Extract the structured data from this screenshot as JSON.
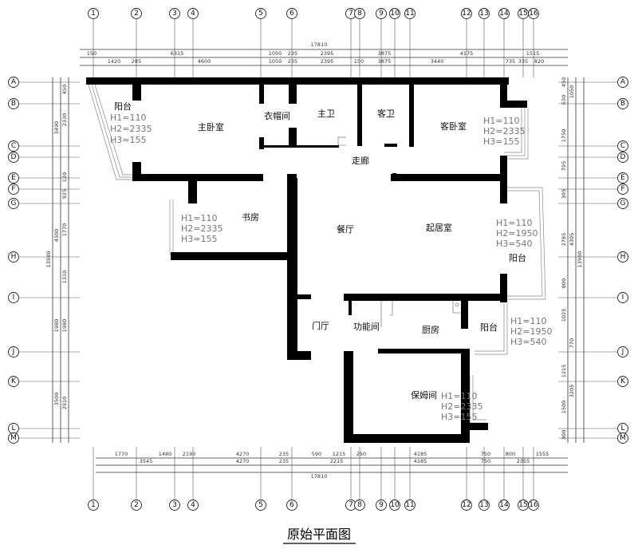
{
  "title": "原始平面图",
  "grid_columns": [
    "1",
    "2",
    "3",
    "4",
    "5",
    "6",
    "7",
    "8",
    "9",
    "10",
    "11",
    "12",
    "13",
    "14",
    "15",
    "16"
  ],
  "grid_rows": [
    "A",
    "B",
    "C",
    "D",
    "E",
    "F",
    "G",
    "H",
    "I",
    "J",
    "K",
    "L",
    "M"
  ],
  "rooms": {
    "balcony_nw": "阳台",
    "master_bedroom": "主卧室",
    "closet": "衣帽间",
    "master_bath": "主卫",
    "guest_bath": "客卫",
    "guest_bedroom": "客卧室",
    "corridor": "走廊",
    "study": "书房",
    "dining": "餐厅",
    "living": "起居室",
    "balcony_e": "阳台",
    "foyer": "门厅",
    "utility": "功能间",
    "kitchen": "厨房",
    "balcony_se": "阳台",
    "maid_room": "保姆间"
  },
  "heights": {
    "nw": [
      "H1=110",
      "H2=2335",
      "H3=155"
    ],
    "ne": [
      "H1=110",
      "H2=2335",
      "H3=155"
    ],
    "study": [
      "H1=110",
      "H2=2335",
      "H3=155"
    ],
    "living": [
      "H1=110",
      "H2=1950",
      "H3=540"
    ],
    "kitchen_balcony": [
      "H1=110",
      "H2=1950",
      "H3=540"
    ],
    "maid": [
      "H1=110",
      "H2=2335",
      "H3=155"
    ]
  },
  "dims": {
    "top_total": "17810",
    "top_row1": [
      "150",
      "6315",
      "1050",
      "235",
      "2395",
      "3875",
      "4175",
      "1515"
    ],
    "top_row2": [
      "1420",
      "285",
      "4600",
      "1050",
      "235",
      "2395",
      "150",
      "3875",
      "3440",
      "735",
      "335",
      "820"
    ],
    "bottom_row1": [
      "1770",
      "1480",
      "2190",
      "4270",
      "235",
      "590",
      "1215",
      "250",
      "4185",
      "750",
      "800",
      "1555"
    ],
    "bottom_row2": [
      "3545",
      "4270",
      "235",
      "2215",
      "4185",
      "750",
      "2355"
    ],
    "bottom_total": "17810",
    "left_total": "13980",
    "left_row1": [
      "3490",
      "4300",
      "1980",
      "3500"
    ],
    "left_row2": [
      "450",
      "2330",
      "120",
      "925",
      "1770",
      "1310",
      "1980",
      "2910"
    ],
    "right_total": "13980",
    "right_row1": [
      "1050",
      "4305",
      "770",
      "3205"
    ],
    "right_row2": [
      "450",
      "630",
      "1750",
      "795",
      "305",
      "2785",
      "800",
      "1025",
      "1215",
      "1500",
      "300"
    ]
  }
}
